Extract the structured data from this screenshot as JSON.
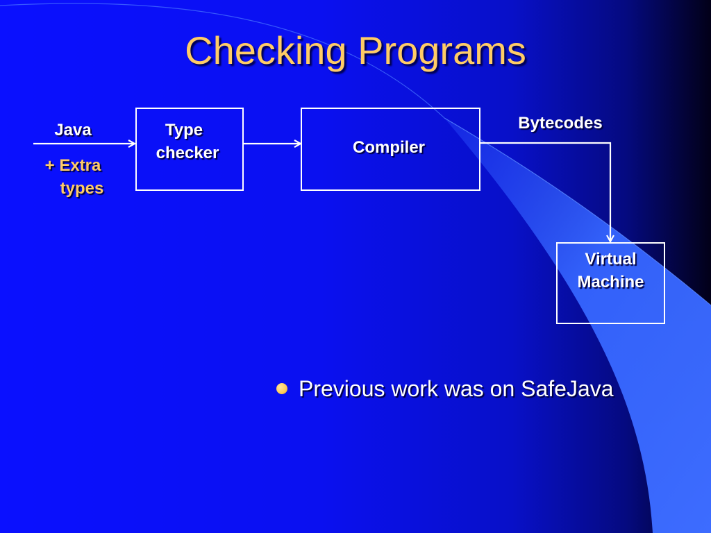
{
  "slide": {
    "title": "Checking Programs",
    "bullet": "Previous work was on SafeJava"
  },
  "diagram": {
    "input_label": "Java",
    "input_extra_line1": "+ Extra",
    "input_extra_line2": "types",
    "type_checker_line1": "Type",
    "type_checker_line2": "checker",
    "compiler": "Compiler",
    "bytecodes": "Bytecodes",
    "vm_line1": "Virtual",
    "vm_line2": "Machine"
  },
  "colors": {
    "title": "#ffcc66",
    "accent_text": "#ffcc66",
    "box_stroke": "#ffffff",
    "background": "#0a10ff",
    "swoosh": "#3366ff"
  }
}
